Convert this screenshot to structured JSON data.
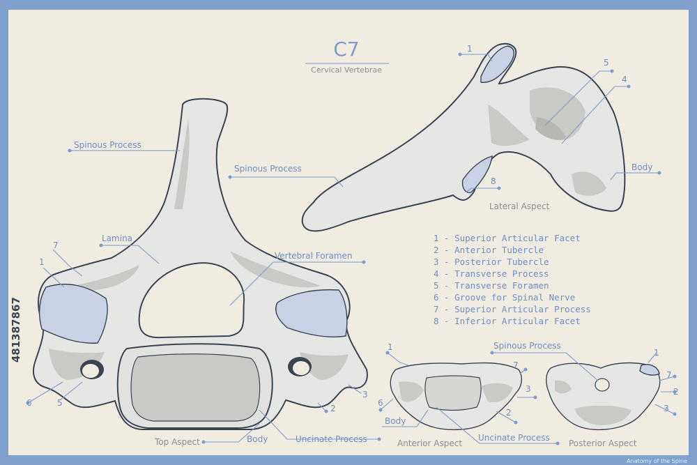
{
  "title": "C7",
  "subtitle": "Cervical Vertebrae",
  "colors": {
    "frame": "#7f9fcc",
    "background": "#f0ece2",
    "bone": "#e6e6e4",
    "outline": "#3a4352",
    "facet": "#c8d2e4",
    "label": "#6f8fc4"
  },
  "views": {
    "top": "Top Aspect",
    "lateral": "Lateral Aspect",
    "anterior": "Anterior Aspect",
    "posterior": "Posterior Aspect"
  },
  "labels": {
    "spinous_process": "Spinous Process",
    "lamina": "Lamina",
    "vertebral_foramen": "Vertebral Foramen",
    "body": "Body",
    "uncinate_process": "Uncinate Process",
    "n1": "1",
    "n2": "2",
    "n3": "3",
    "n4": "4",
    "n5": "5",
    "n6": "6",
    "n7": "7",
    "n8": "8"
  },
  "legend": [
    "1 - Superior Articular Facet",
    "2 - Anterior Tubercle",
    "3 - Posterior Tubercle",
    "4 - Transverse Process",
    "5 - Transverse Foramen",
    "6 - Groove for Spinal Nerve",
    "7 - Superior Articular Process",
    "8 - Inferior Articular Facet"
  ],
  "watermark": "481387867",
  "footer": "Anatomy of the Spine"
}
